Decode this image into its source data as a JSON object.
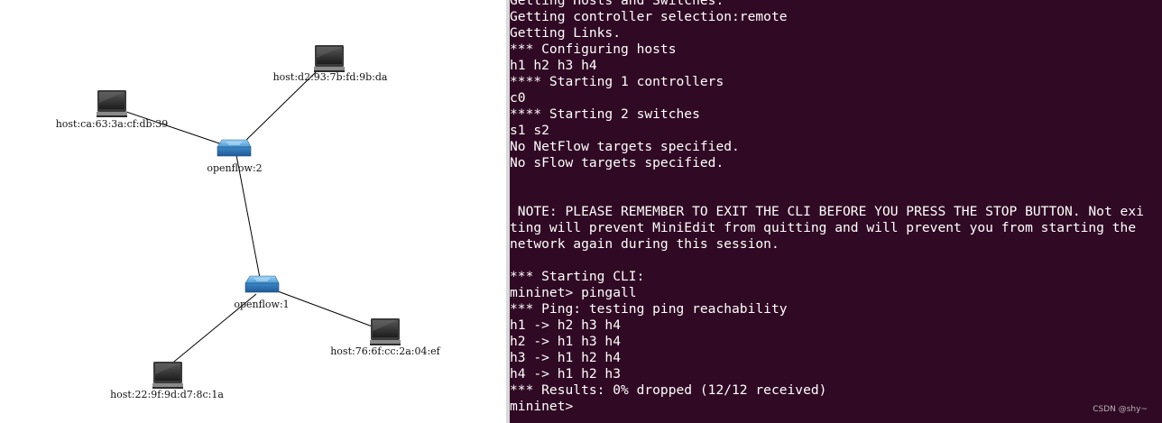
{
  "topology": {
    "hosts": [
      {
        "id": "host-d2",
        "label": "host:d2:93:7b:fd:9b:da"
      },
      {
        "id": "host-ca",
        "label": "host:ca:63:3a:cf:db:39"
      },
      {
        "id": "host-76",
        "label": "host:76:6f:cc:2a:04:ef"
      },
      {
        "id": "host-22",
        "label": "host:22:9f:9d:d7:8c:1a"
      }
    ],
    "switches": [
      {
        "id": "switch-2",
        "label": "openflow:2"
      },
      {
        "id": "switch-1",
        "label": "openflow:1"
      }
    ],
    "host_icon": "computer-monitor-icon",
    "switch_icon": "network-switch-icon"
  },
  "terminal": {
    "lines": [
      "Getting Hosts and Switches.",
      "Getting controller selection:remote",
      "Getting Links.",
      "*** Configuring hosts",
      "h1 h2 h3 h4",
      "**** Starting 1 controllers",
      "c0",
      "**** Starting 2 switches",
      "s1 s2",
      "No NetFlow targets specified.",
      "No sFlow targets specified.",
      "",
      "",
      " NOTE: PLEASE REMEMBER TO EXIT THE CLI BEFORE YOU PRESS THE STOP BUTTON. Not exi",
      "ting will prevent MiniEdit from quitting and will prevent you from starting the",
      "network again during this session.",
      "",
      "*** Starting CLI:",
      "mininet> pingall",
      "*** Ping: testing ping reachability",
      "h1 -> h2 h3 h4",
      "h2 -> h1 h3 h4",
      "h3 -> h1 h2 h4",
      "h4 -> h1 h2 h3",
      "*** Results: 0% dropped (12/12 received)"
    ],
    "prompt": "mininet> ",
    "background": "#300a24",
    "foreground": "#ffffff"
  },
  "watermark": "CSDN @shy~"
}
